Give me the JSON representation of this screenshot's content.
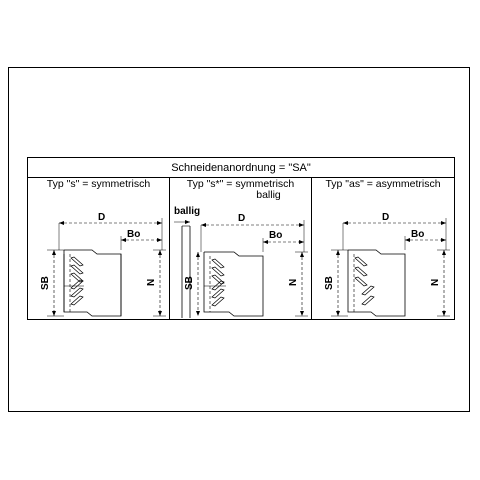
{
  "title": "Schneidenanordnung = \"SA\"",
  "columns": [
    {
      "header": "Typ  \"s\"  =  symmetrisch",
      "subheader": "",
      "label_d": "D",
      "label_bo": "Bo",
      "label_sb": "SB",
      "label_n": "N",
      "label_ballig": ""
    },
    {
      "header": "Typ  \"s*\"  =  symmetrisch",
      "subheader": "ballig",
      "label_d": "D",
      "label_bo": "Bo",
      "label_sb": "SB",
      "label_n": "N",
      "label_ballig": "ballig"
    },
    {
      "header": "Typ  \"as\"  =  asymmetrisch",
      "subheader": "",
      "label_d": "D",
      "label_bo": "Bo",
      "label_sb": "SB",
      "label_n": "N",
      "label_ballig": ""
    }
  ]
}
